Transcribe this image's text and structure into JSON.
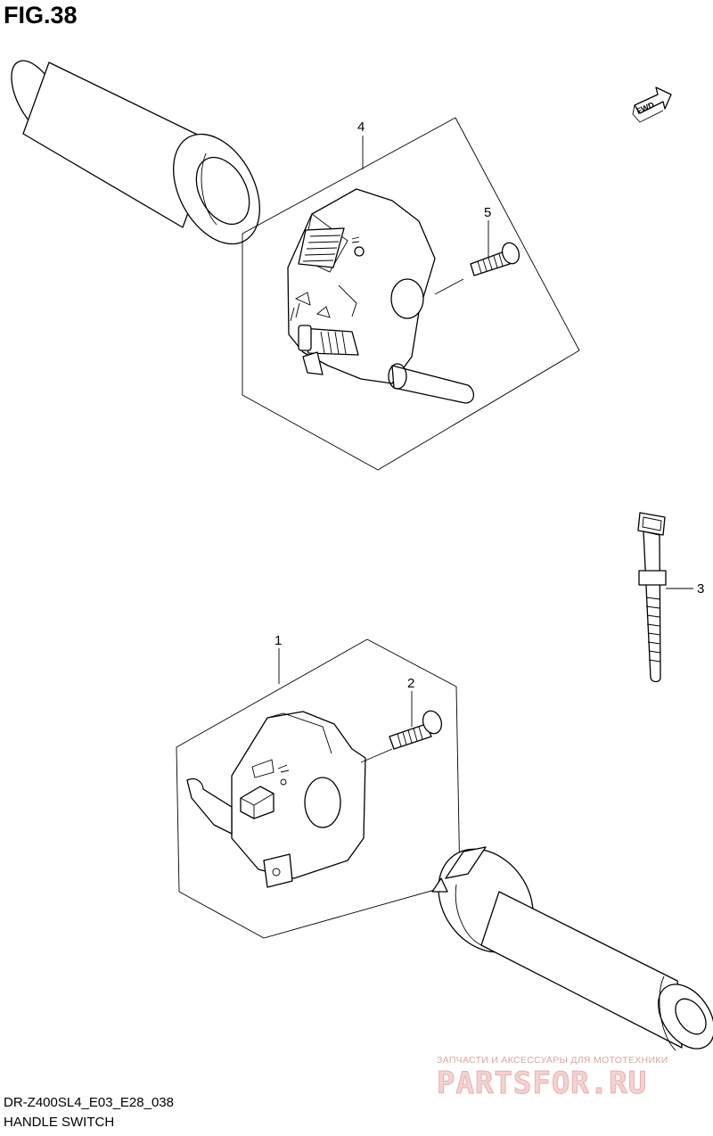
{
  "figure": {
    "title": "FIG.38"
  },
  "fwd_label": "FWD",
  "parts": [
    {
      "number": "1"
    },
    {
      "number": "2"
    },
    {
      "number": "3"
    },
    {
      "number": "4"
    },
    {
      "number": "5"
    }
  ],
  "footer": {
    "model_code": "DR-Z400SL4_E03_E28_038",
    "section_name": "HANDLE SWITCH"
  },
  "watermark": {
    "tagline": "ЗАПЧАСТИ И АКСЕССУАРЫ ДЛЯ МОТОТЕХНИКИ",
    "brand": "PARTSFOR.RU"
  }
}
